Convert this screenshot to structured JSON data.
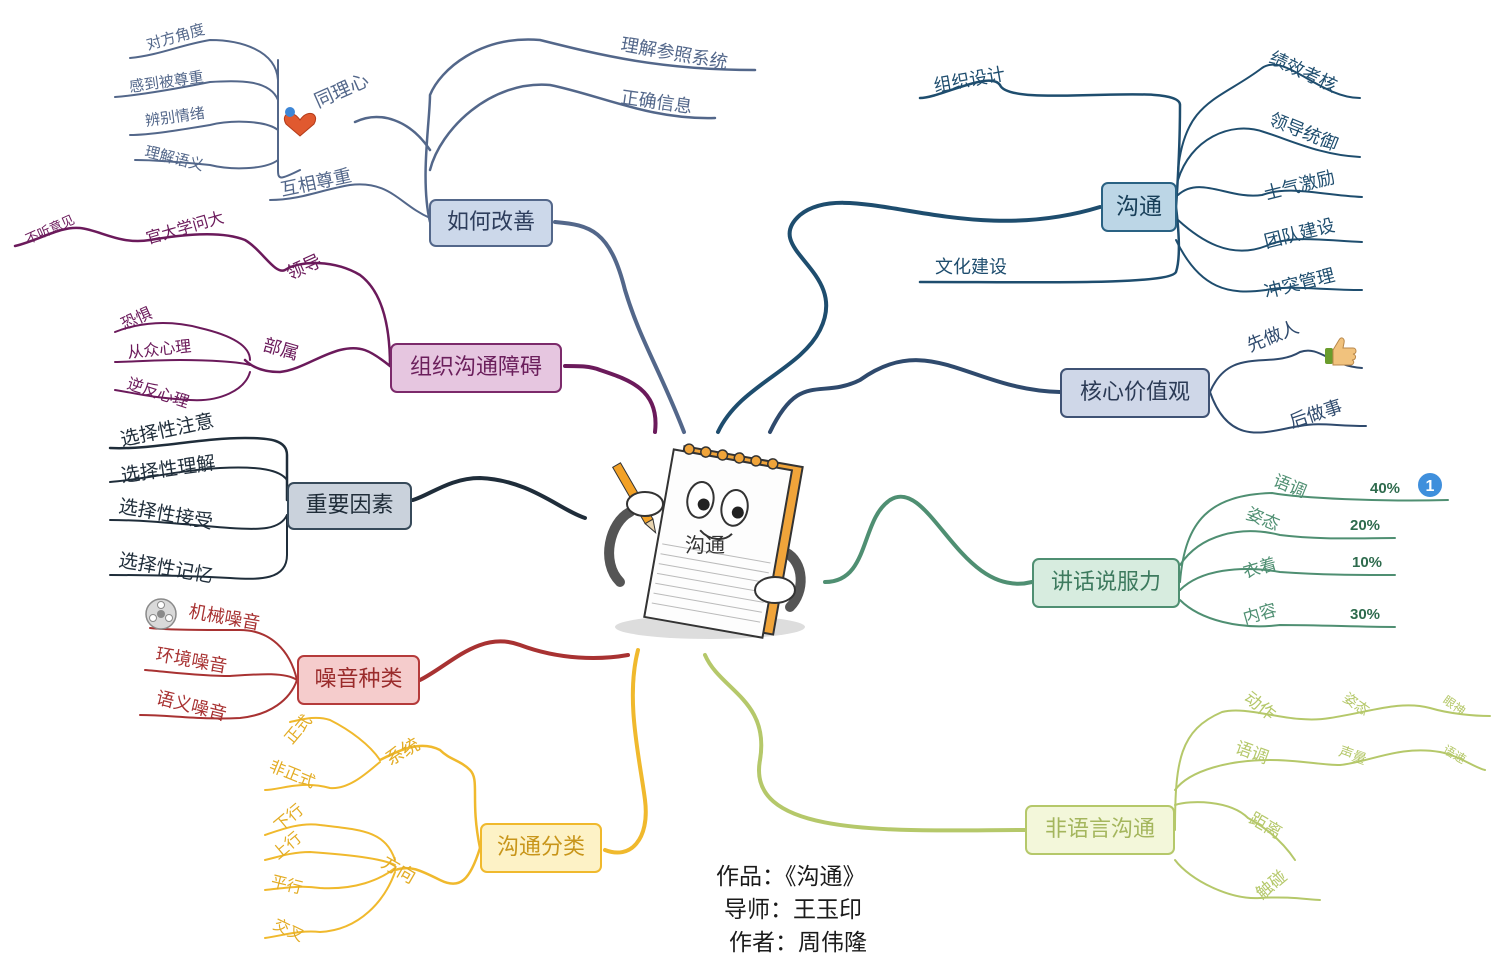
{
  "center": {
    "label": "沟通"
  },
  "credits": {
    "work": "作品：《沟通》",
    "mentor": "导师：王玉印",
    "author": "作者：周伟隆"
  },
  "topics": {
    "goutong": {
      "label": "沟通",
      "color": "#1e4d6e",
      "children": [
        "组织设计",
        "文化建设",
        "绩效考核",
        "领导统御",
        "士气激励",
        "团队建设",
        "冲突管理"
      ]
    },
    "hexin": {
      "label": "核心价值观",
      "color": "#2f4a6d",
      "children": [
        "先做人",
        "后做事"
      ]
    },
    "jianghua": {
      "label": "讲话说服力",
      "color": "#4f8f72",
      "children": [
        {
          "label": "语调",
          "percent": "40%"
        },
        {
          "label": "姿态",
          "percent": "20%"
        },
        {
          "label": "衣着",
          "percent": "10%"
        },
        {
          "label": "内容",
          "percent": "30%"
        }
      ],
      "marker": "1"
    },
    "feiyuyan": {
      "label": "非语言沟通",
      "color": "#b5c86a",
      "children": [
        "动作",
        "姿态",
        "眼神",
        "语调",
        "声量",
        "语速",
        "距离",
        "触碰"
      ]
    },
    "ruhe": {
      "label": "如何改善",
      "color": "#53678a",
      "children": [
        "理解参照系统",
        "正确信息",
        "互相尊重",
        "同理心",
        "对方角度",
        "感到被尊重",
        "辨别情绪",
        "理解语义"
      ]
    },
    "zuzhi": {
      "label": "组织沟通障碍",
      "color": "#6b1a5b",
      "children": [
        "领导",
        "官大学问大",
        "不听意见",
        "部属",
        "恐惧",
        "从众心理",
        "逆反心理"
      ]
    },
    "zhongyao": {
      "label": "重要因素",
      "color": "#1f2d3a",
      "children": [
        "选择性注意",
        "选择性理解",
        "选择性接受",
        "选择性记忆"
      ]
    },
    "zaoyin": {
      "label": "噪音种类",
      "color": "#a83232",
      "children": [
        "机械噪音",
        "环境噪音",
        "语义噪音"
      ]
    },
    "fenlei": {
      "label": "沟通分类",
      "color": "#f0b92d",
      "children": [
        "系统",
        "正式",
        "非正式",
        "方向",
        "下行",
        "上行",
        "平行",
        "交叉"
      ]
    }
  },
  "icons": [
    "heart-icon",
    "thumbs-up-icon",
    "film-reel-icon",
    "notepad-mascot-icon",
    "number-one-badge-icon"
  ]
}
